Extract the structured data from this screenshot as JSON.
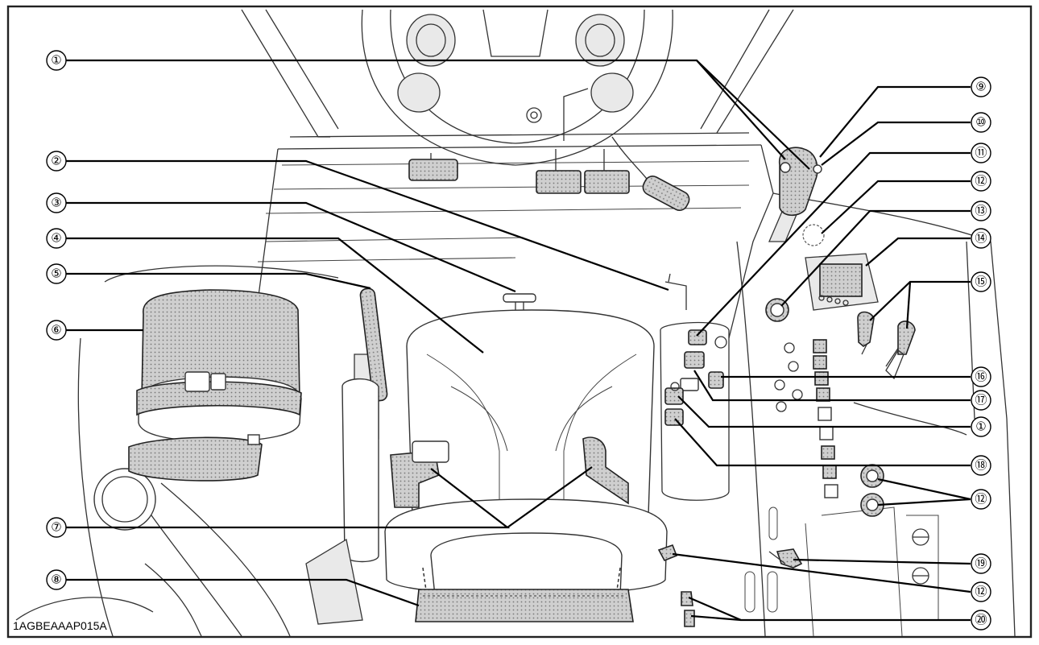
{
  "figure_code": "1AGBEAAAP015A",
  "callouts": [
    {
      "id": "c1a",
      "label": "①"
    },
    {
      "id": "c2",
      "label": "②"
    },
    {
      "id": "c3",
      "label": "③"
    },
    {
      "id": "c4",
      "label": "④"
    },
    {
      "id": "c5",
      "label": "⑤"
    },
    {
      "id": "c6",
      "label": "⑥"
    },
    {
      "id": "c7",
      "label": "⑦"
    },
    {
      "id": "c8",
      "label": "⑧"
    },
    {
      "id": "c9",
      "label": "⑨"
    },
    {
      "id": "c10",
      "label": "⑩"
    },
    {
      "id": "c11",
      "label": "⑪"
    },
    {
      "id": "c12a",
      "label": "⑫"
    },
    {
      "id": "c13",
      "label": "⑬"
    },
    {
      "id": "c14",
      "label": "⑭"
    },
    {
      "id": "c15",
      "label": "⑮"
    },
    {
      "id": "c16",
      "label": "⑯"
    },
    {
      "id": "c17",
      "label": "⑰"
    },
    {
      "id": "c1b",
      "label": "①"
    },
    {
      "id": "c18",
      "label": "⑱"
    },
    {
      "id": "c12b",
      "label": "⑫"
    },
    {
      "id": "c19",
      "label": "⑲"
    },
    {
      "id": "c12c",
      "label": "⑫"
    },
    {
      "id": "c20",
      "label": "⑳"
    }
  ]
}
